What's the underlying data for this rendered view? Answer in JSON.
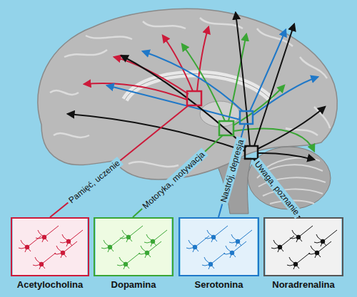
{
  "diagram": {
    "nodes": [
      {
        "text": [
          "Acetylocholina"
        ]
      },
      {
        "text": [
          "Dopamina"
        ]
      },
      {
        "text": [
          "Serotonina"
        ]
      },
      {
        "text": [
          "Noradrenalina"
        ]
      }
    ],
    "labels": [
      "Pamięć, uczenie",
      "Motoryka, motywacja",
      "Nastrój, depresja",
      "Uwaga, poznanie"
    ]
  }
}
